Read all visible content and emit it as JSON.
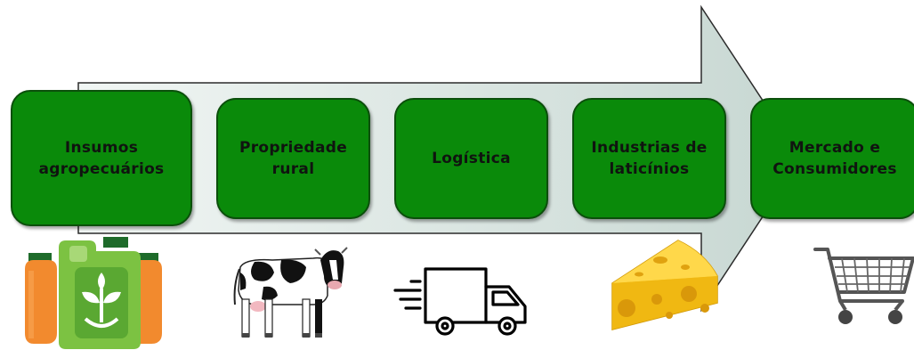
{
  "stages": [
    {
      "label": "Insumos\nagropecuários",
      "icon": "agro-inputs-icon"
    },
    {
      "label": "Propriedade\nrural",
      "icon": "cow-icon"
    },
    {
      "label": "Logística",
      "icon": "truck-icon"
    },
    {
      "label": "Industrias de\nlaticínios",
      "icon": "cheese-icon"
    },
    {
      "label": "Mercado e\nConsumidores",
      "icon": "shopping-cart-icon"
    }
  ],
  "colors": {
    "box_fill": "#0a8a0a",
    "box_border": "#0b4f0b",
    "arrow_fill_start": "#eef4f2",
    "arrow_fill_end": "#c9d8d3",
    "arrow_stroke": "#2b2b2b"
  }
}
